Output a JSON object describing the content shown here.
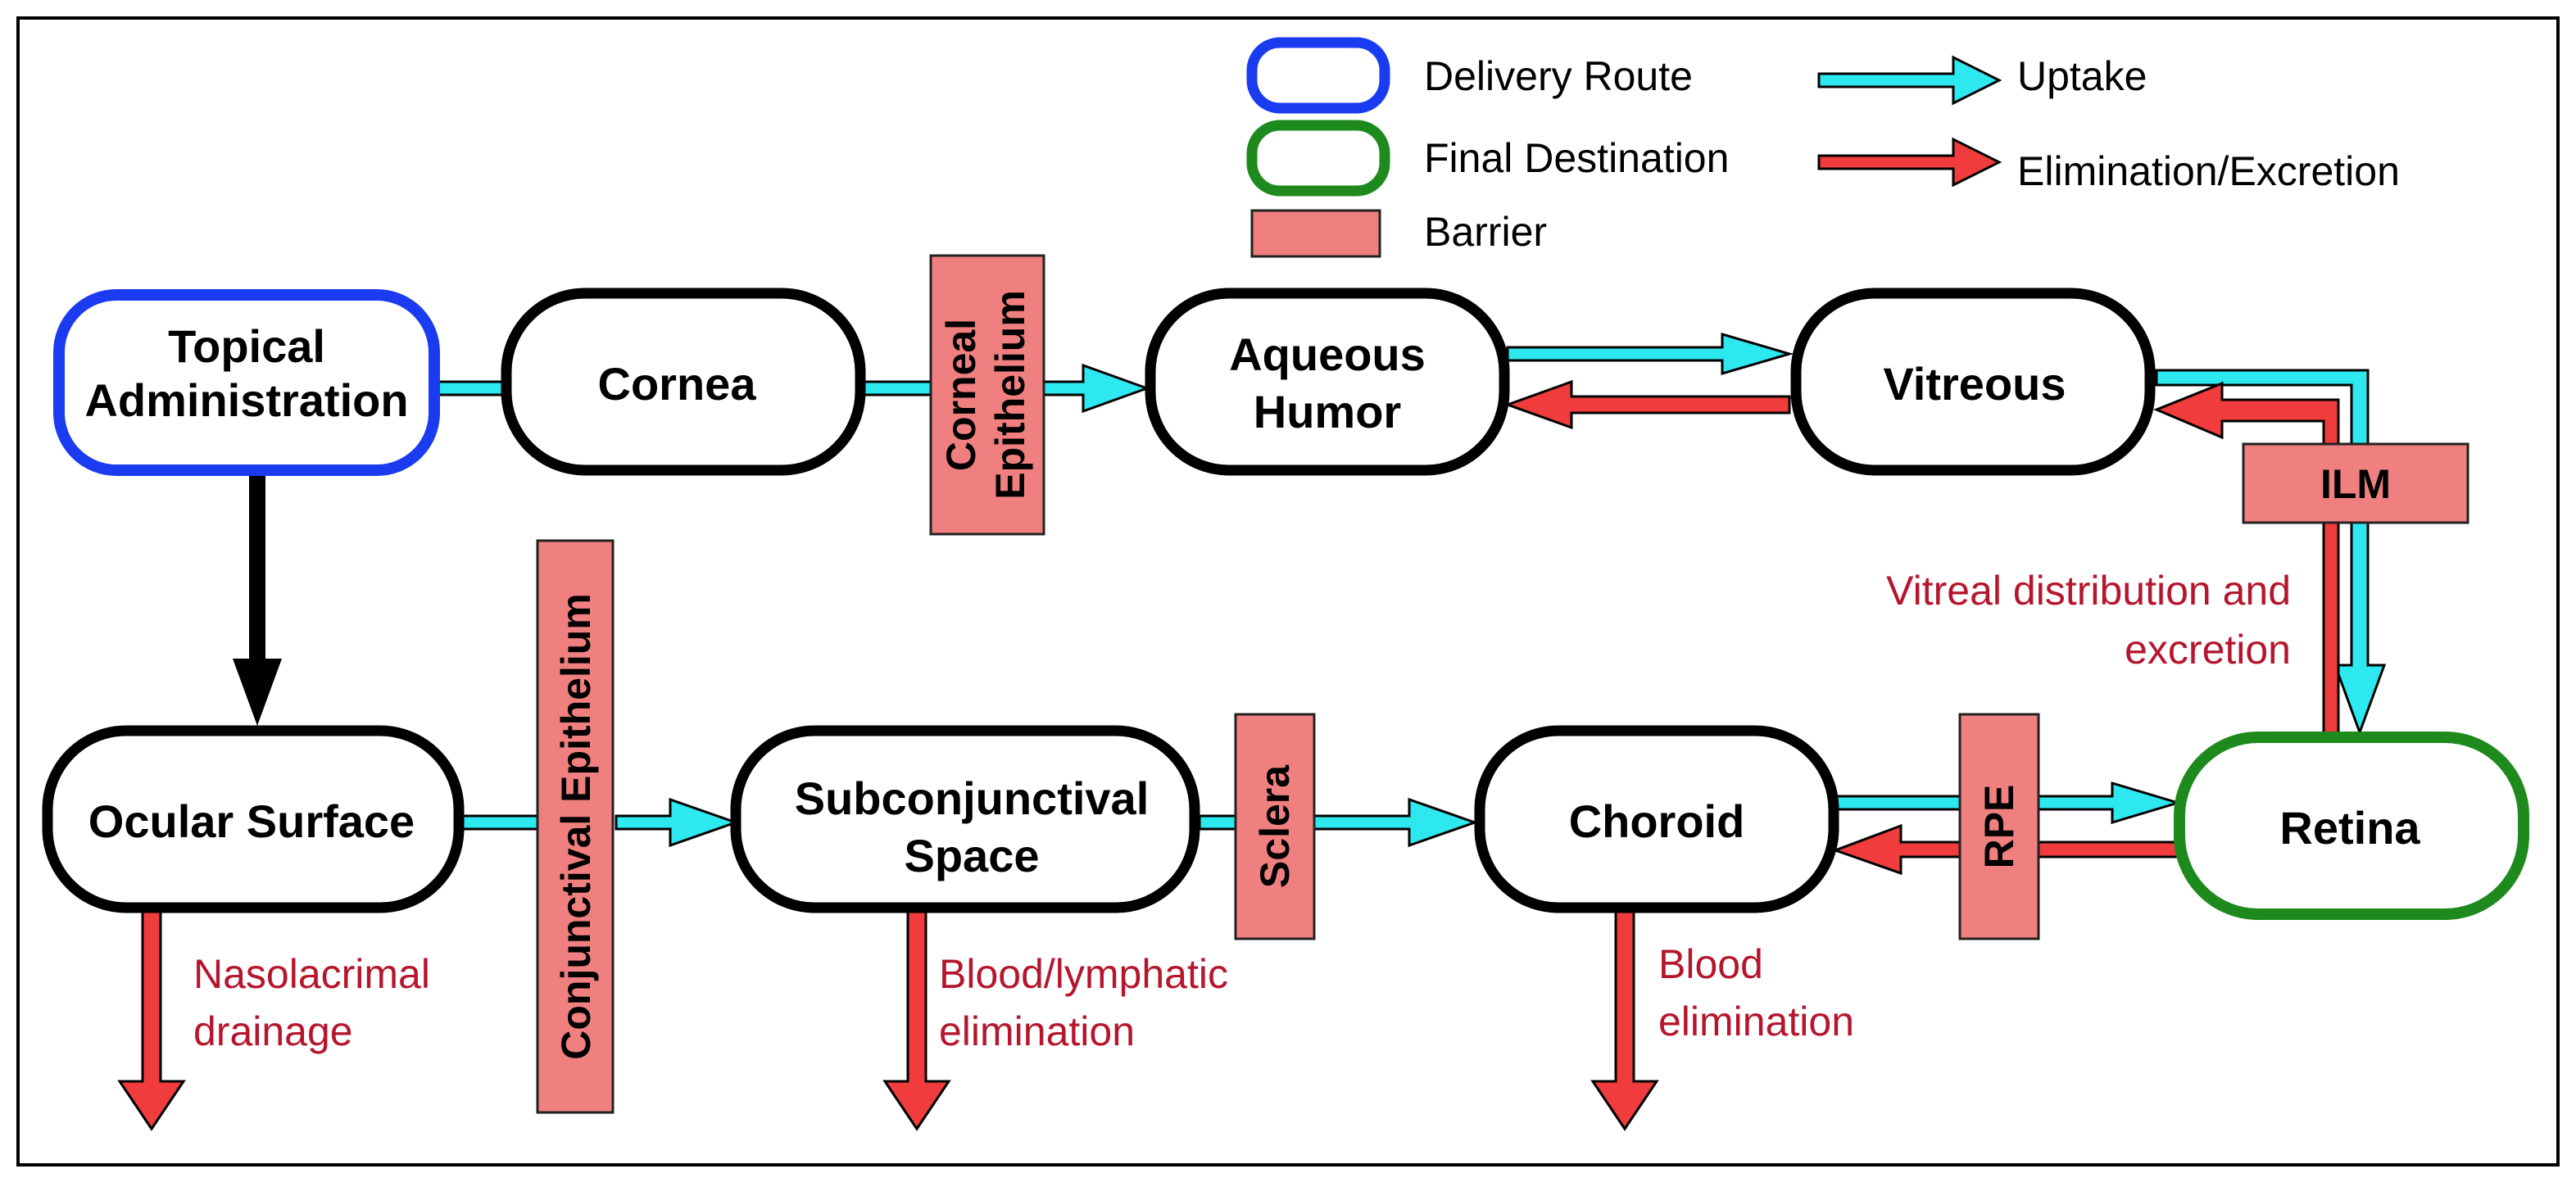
{
  "colors": {
    "delivery_route": "#1a3bf0",
    "final_destination": "#1e8a1e",
    "barrier_fill": "#f08080",
    "uptake": "#2ee8f0",
    "elimination": "#f03c3c",
    "annotation_text": "#b5162d"
  },
  "legend": {
    "delivery_route": "Delivery Route",
    "final_destination": "Final Destination",
    "barrier": "Barrier",
    "uptake": "Uptake",
    "elimination": "Elimination/Excretion"
  },
  "nodes": {
    "topical_administration": [
      "Topical",
      "Administration"
    ],
    "cornea": "Cornea",
    "aqueous_humor": [
      "Aqueous",
      "Humor"
    ],
    "vitreous": "Vitreous",
    "ocular_surface": "Ocular Surface",
    "subconjunctival_space": [
      "Subconjunctival",
      "Space"
    ],
    "choroid": "Choroid",
    "retina": "Retina"
  },
  "barriers": {
    "corneal_epithelium": [
      "Corneal",
      "Epithelium"
    ],
    "conjunctival_epithelium": "Conjunctival Epithelium",
    "sclera": "Sclera",
    "rpe": "RPE",
    "ilm": "ILM"
  },
  "annotations": {
    "vitreal": [
      "Vitreal distribution and",
      "excretion"
    ],
    "nasolacrimal": [
      "Nasolacrimal",
      "drainage"
    ],
    "blood_lymphatic": [
      "Blood/lymphatic",
      "elimination"
    ],
    "blood": [
      "Blood",
      "elimination"
    ]
  }
}
